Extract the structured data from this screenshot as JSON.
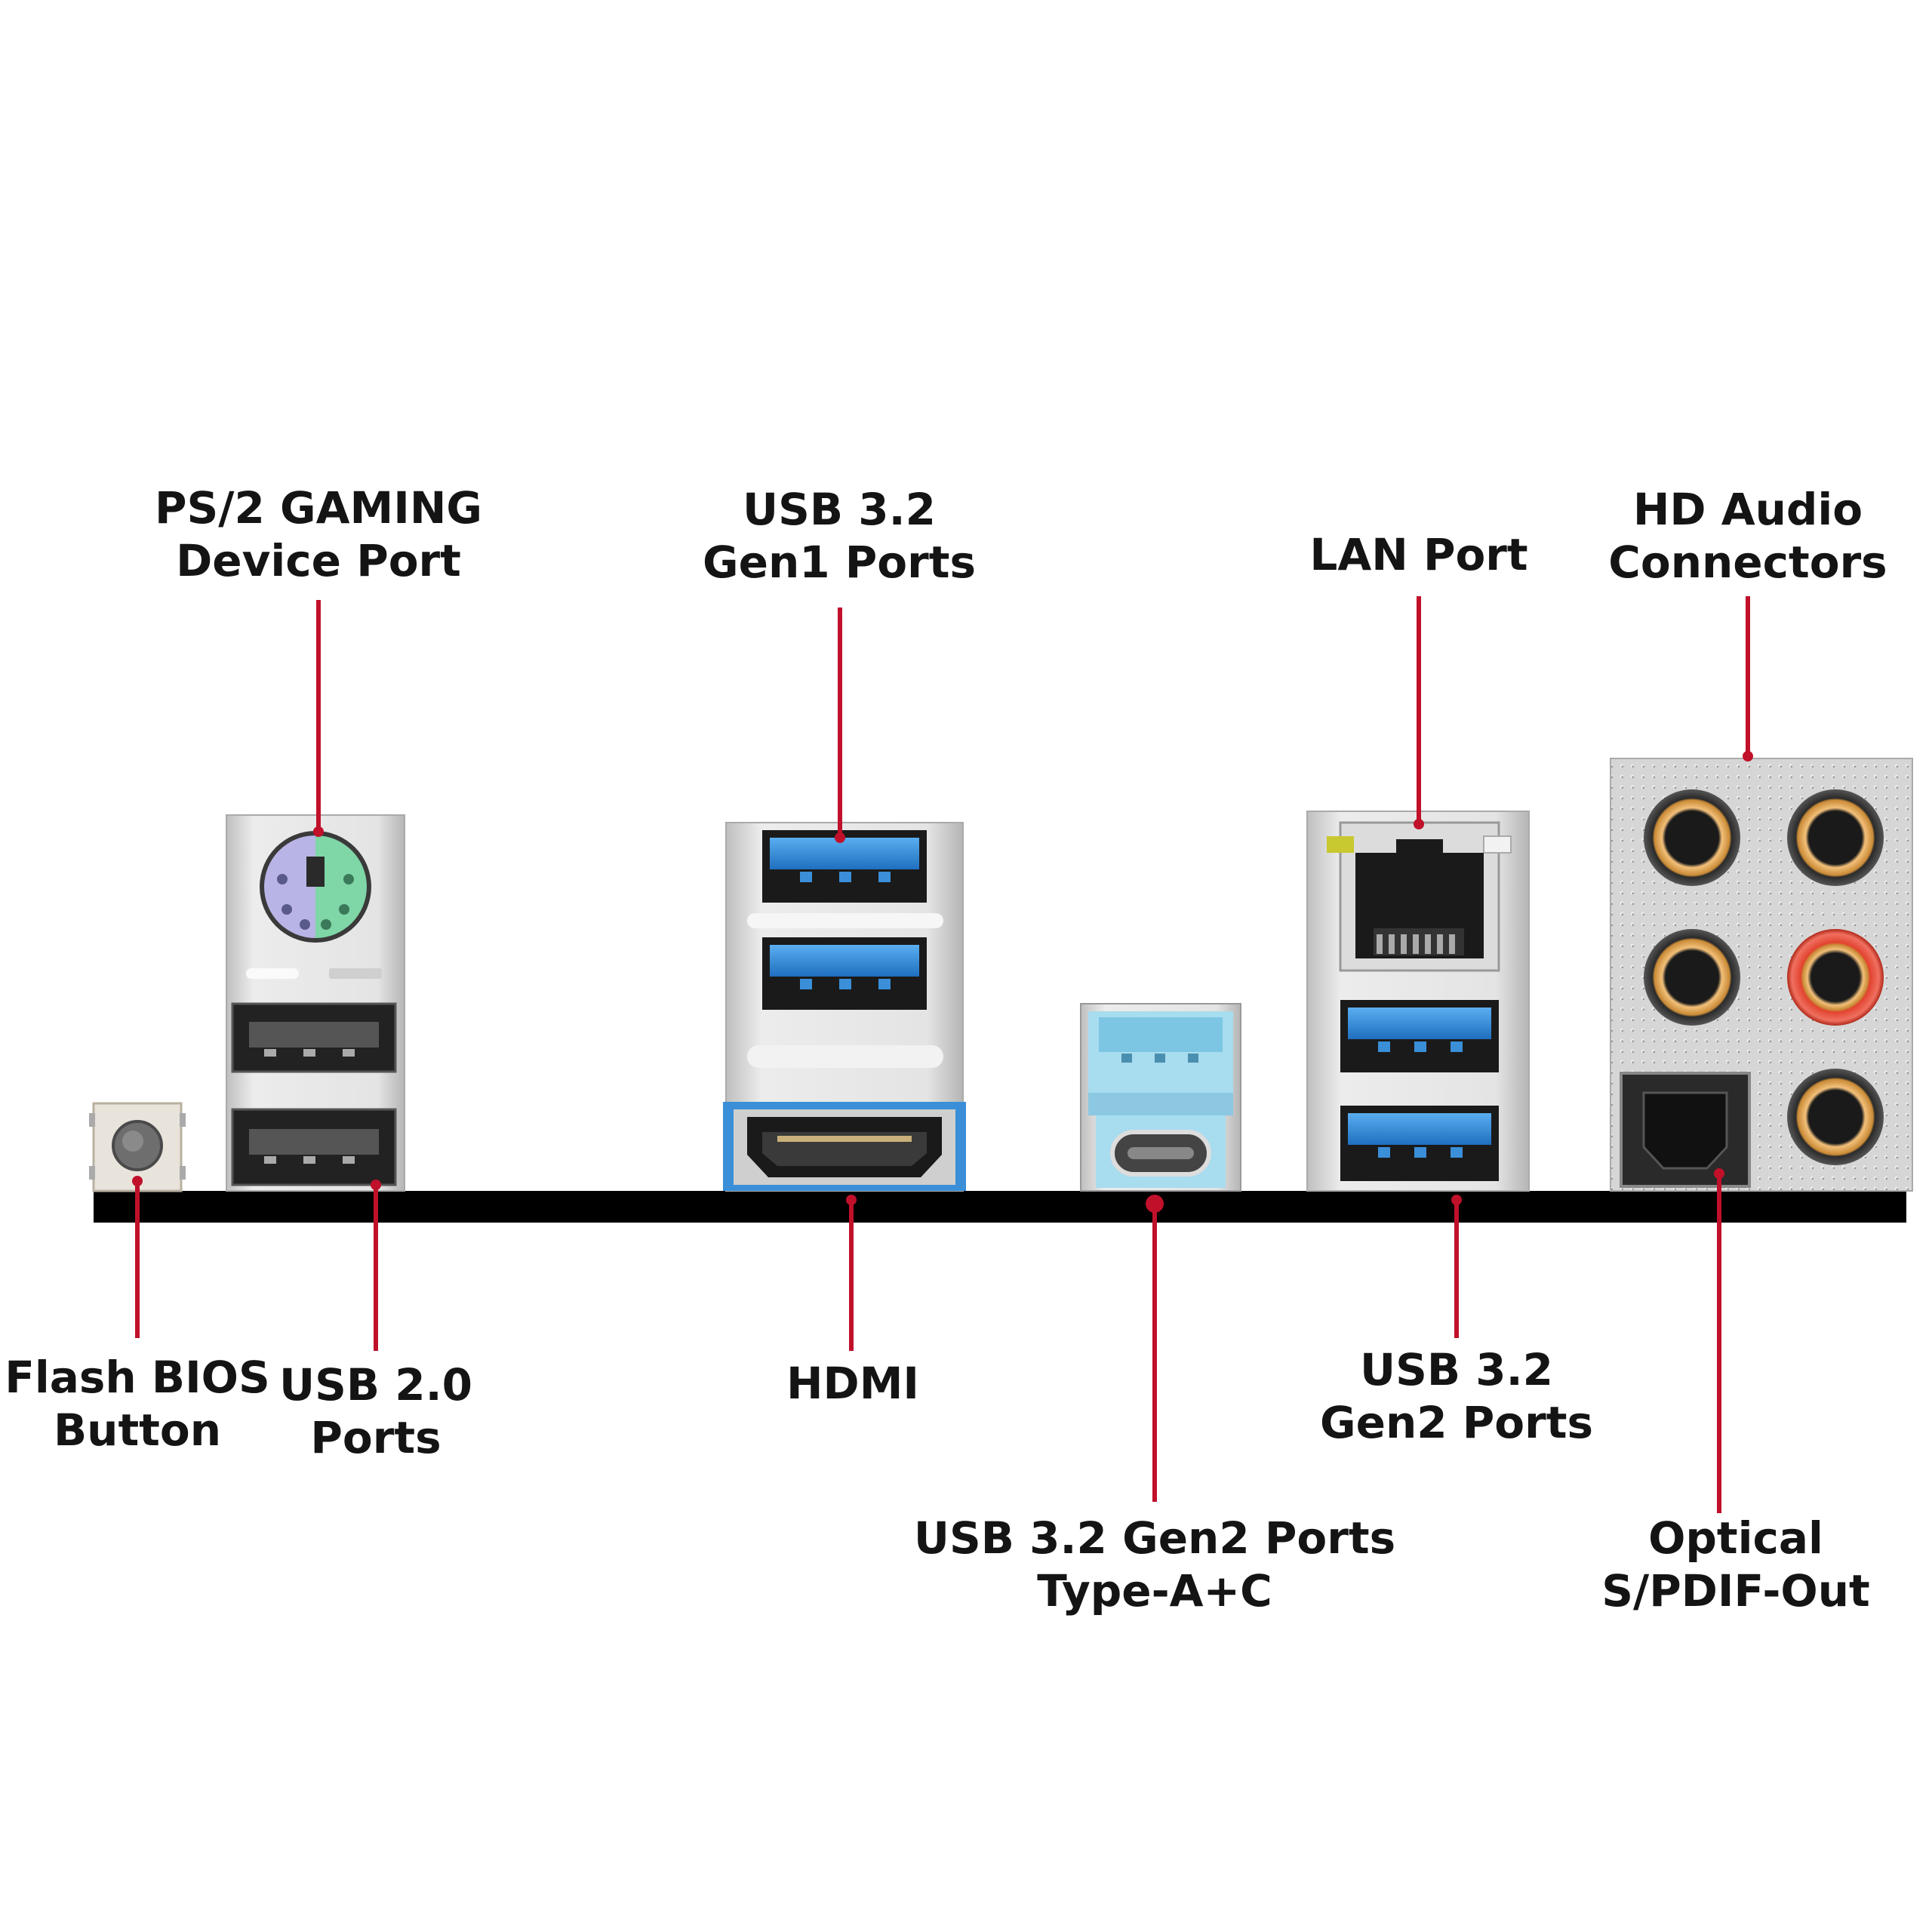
{
  "colors": {
    "leader_line": "#c0102a",
    "baseplate": "#000000",
    "usb3_blue": "#3a8fd8",
    "panel_silver": "#d9d9d9",
    "ps2_purple": "#b9b4e6",
    "ps2_green": "#7fd6a6",
    "audio_gold": "#e6a24a",
    "audio_red": "#e2432f",
    "typec_light_blue": "#a8dcef"
  },
  "labels": {
    "ps2": {
      "line1": "PS/2 GAMING",
      "line2": "Device Port"
    },
    "usb32_gen1": {
      "line1": "USB 3.2",
      "line2": "Gen1 Ports"
    },
    "lan": {
      "line1": "LAN Port"
    },
    "hd_audio": {
      "line1": "HD Audio",
      "line2": "Connectors"
    },
    "flash_bios": {
      "line1": "Flash BIOS",
      "line2": "Button"
    },
    "usb20": {
      "line1": "USB 2.0",
      "line2": "Ports"
    },
    "hdmi": {
      "line1": "HDMI"
    },
    "usb32_gen2_ac": {
      "line1": "USB 3.2 Gen2 Ports",
      "line2": "Type-A+C"
    },
    "usb32_gen2": {
      "line1": "USB 3.2",
      "line2": "Gen2 Ports"
    },
    "optical": {
      "line1": "Optical",
      "line2": "S/PDIF-Out"
    }
  }
}
